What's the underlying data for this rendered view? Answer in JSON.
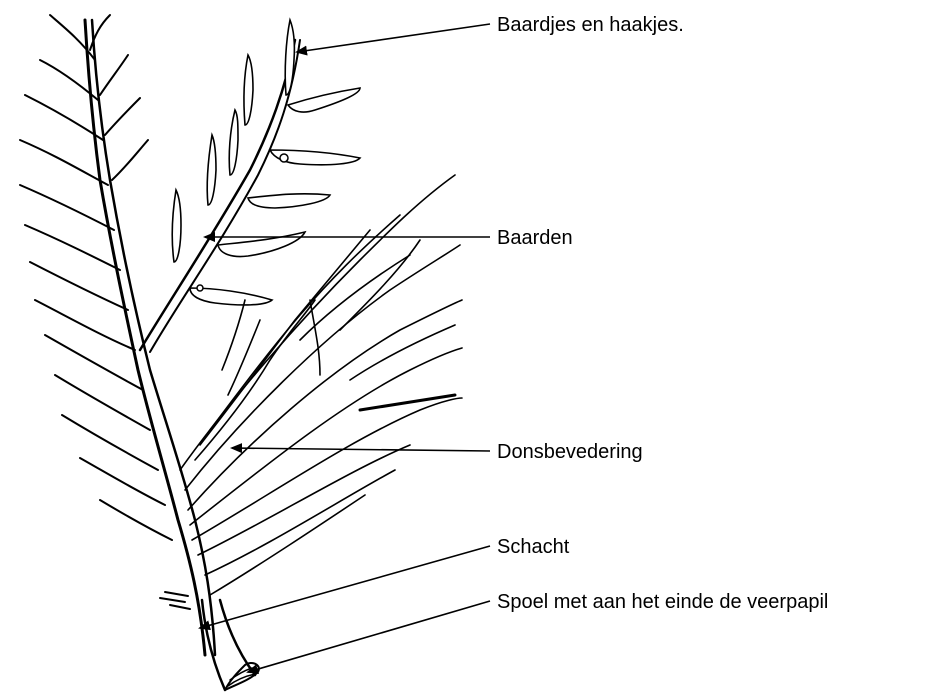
{
  "figure": {
    "subject": "feather-diagram",
    "labels": [
      {
        "id": "barbules-hooks",
        "text": "Baardjes en haakjes."
      },
      {
        "id": "barbs",
        "text": "Baarden"
      },
      {
        "id": "down",
        "text": "Donsbevedering"
      },
      {
        "id": "shaft",
        "text": "Schacht"
      },
      {
        "id": "quill",
        "text": "Spoel met aan het einde de veerpapil"
      }
    ]
  }
}
